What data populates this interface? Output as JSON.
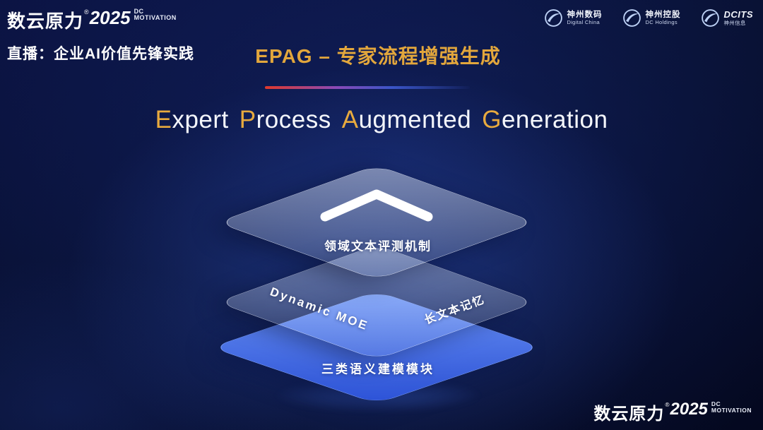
{
  "brand": {
    "name": "数云原力",
    "reg": "®",
    "year": "2025",
    "sub_line1": "DC",
    "sub_line2": "MOTIVATION"
  },
  "header": {
    "live_label": "直播：企业AI价值先锋实践",
    "slide_title": "EPAG – 专家流程增强生成",
    "logos": [
      {
        "name": "神州数码",
        "sub": "Digital China"
      },
      {
        "name": "神州控股",
        "sub": "DC Holdings"
      },
      {
        "name": "DCITS",
        "sub": "神州信息"
      }
    ]
  },
  "title": {
    "words": [
      {
        "cap": "E",
        "rest": "xpert"
      },
      {
        "cap": "P",
        "rest": "rocess"
      },
      {
        "cap": "A",
        "rest": "ugmented"
      },
      {
        "cap": "G",
        "rest": "eneration"
      }
    ]
  },
  "diagram": {
    "top_label": "领域文本评测机制",
    "middle_left_label": "Dynamic MOE",
    "middle_right_label": "长文本记忆",
    "bottom_label": "三类语义建模模块"
  },
  "colors": {
    "accent_gold": "#e2a63c",
    "layer_blue": "#3a63e8",
    "divider_red": "#e0392c",
    "background": "#070d30"
  }
}
